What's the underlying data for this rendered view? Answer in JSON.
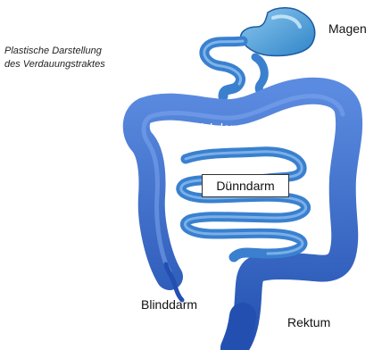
{
  "caption": {
    "line1": "Plastische Darstellung",
    "line2": "des Verdauungstraktes"
  },
  "labels": {
    "magen": "Magen",
    "dickdarm": "Dickdarm",
    "duenndarm": "Dünndarm",
    "blinddarm": "Blinddarm",
    "rektum": "Rektum"
  },
  "colors": {
    "colon": "#2f62c9",
    "colon_highlight": "#6f9ae8",
    "small_intestine": "#3a80cf",
    "small_intestine_highlight": "#8fc0f0",
    "stomach": "#3a95d6",
    "stomach_highlight": "#b5dcf5"
  }
}
